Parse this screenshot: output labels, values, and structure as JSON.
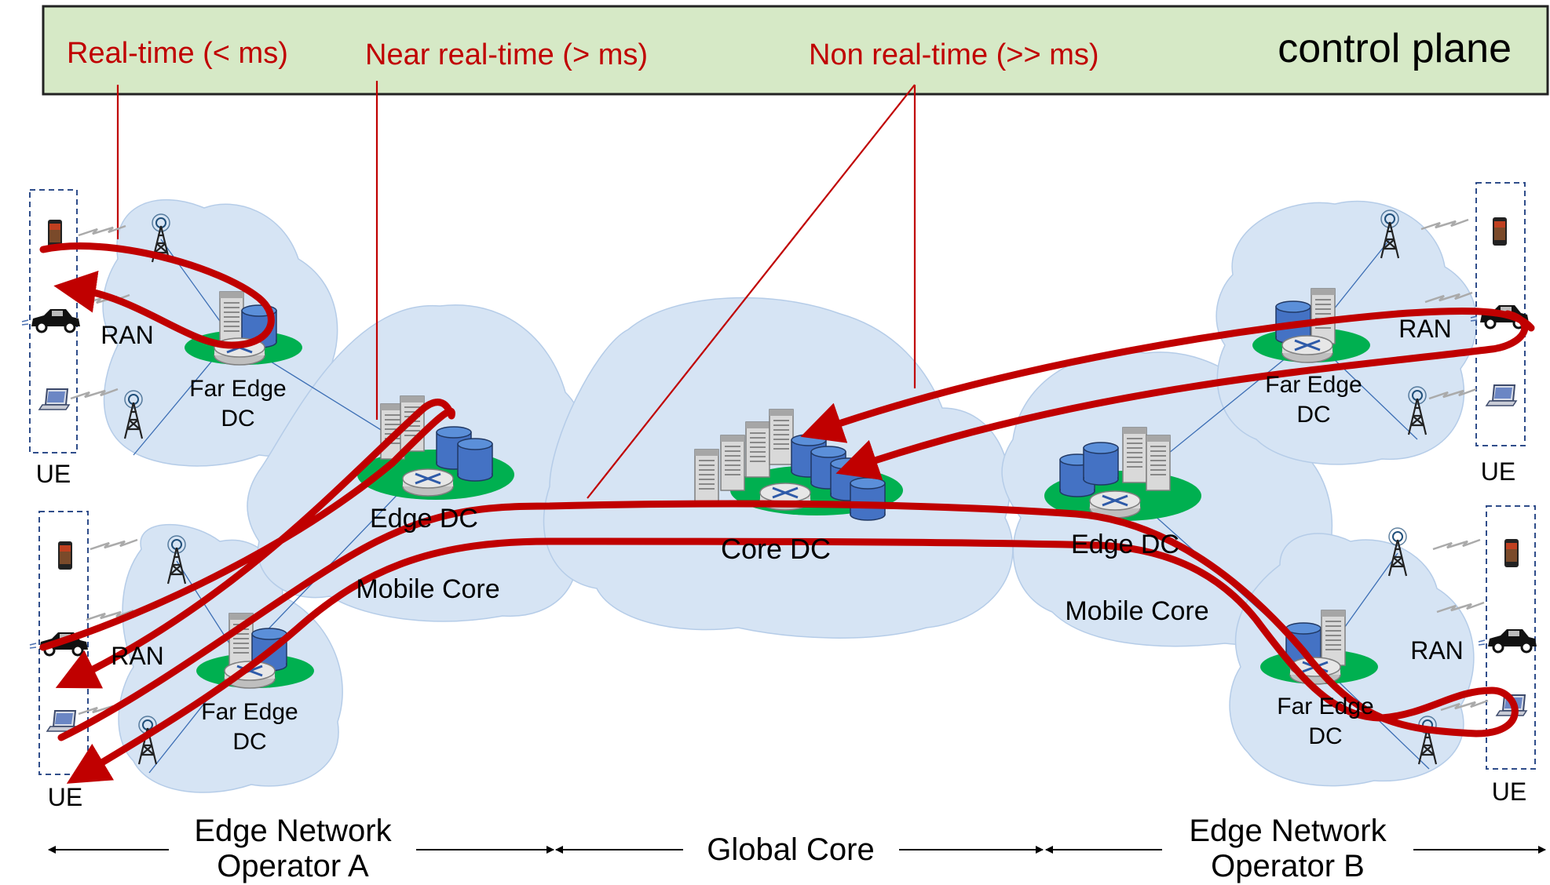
{
  "control_plane": {
    "title": "control plane",
    "latency_labels": {
      "real_time": "Real-time (< ms)",
      "near_real_time": "Near real-time (> ms)",
      "non_real_time": "Non real-time (>> ms)"
    }
  },
  "operator_a": {
    "ue_top": "UE",
    "ue_bottom": "UE",
    "ran_top": "RAN",
    "ran_bottom": "RAN",
    "far_edge_top": [
      "Far Edge",
      "DC"
    ],
    "far_edge_bottom": [
      "Far Edge",
      "DC"
    ],
    "edge_dc": "Edge DC",
    "mobile_core": "Mobile Core"
  },
  "global_core": {
    "core_dc": "Core DC"
  },
  "operator_b": {
    "ue_top": "UE",
    "ue_bottom": "UE",
    "ran_top": "RAN",
    "ran_bottom": "RAN",
    "far_edge_top": [
      "Far Edge",
      "DC"
    ],
    "far_edge_bottom": [
      "Far Edge",
      "DC"
    ],
    "edge_dc": "Edge DC",
    "mobile_core": "Mobile Core"
  },
  "bottom_axis": {
    "edge_a": [
      "Edge Network",
      "Operator A"
    ],
    "global_core": "Global Core",
    "edge_b": [
      "Edge Network",
      "Operator B"
    ]
  },
  "colors": {
    "control_plane_fill": "#d6e9c6",
    "cloud_fill": "#cfe0f3",
    "flow_red": "#c00000",
    "label_red": "#c00000",
    "green_disc": "#00b050",
    "ue_box": "#2f4d8a"
  },
  "icons": [
    "smartphone-icon",
    "car-icon",
    "laptop-icon",
    "antenna-tower-icon",
    "server-rack-icon",
    "database-cylinder-icon",
    "router-icon",
    "wireless-signal-icon"
  ]
}
